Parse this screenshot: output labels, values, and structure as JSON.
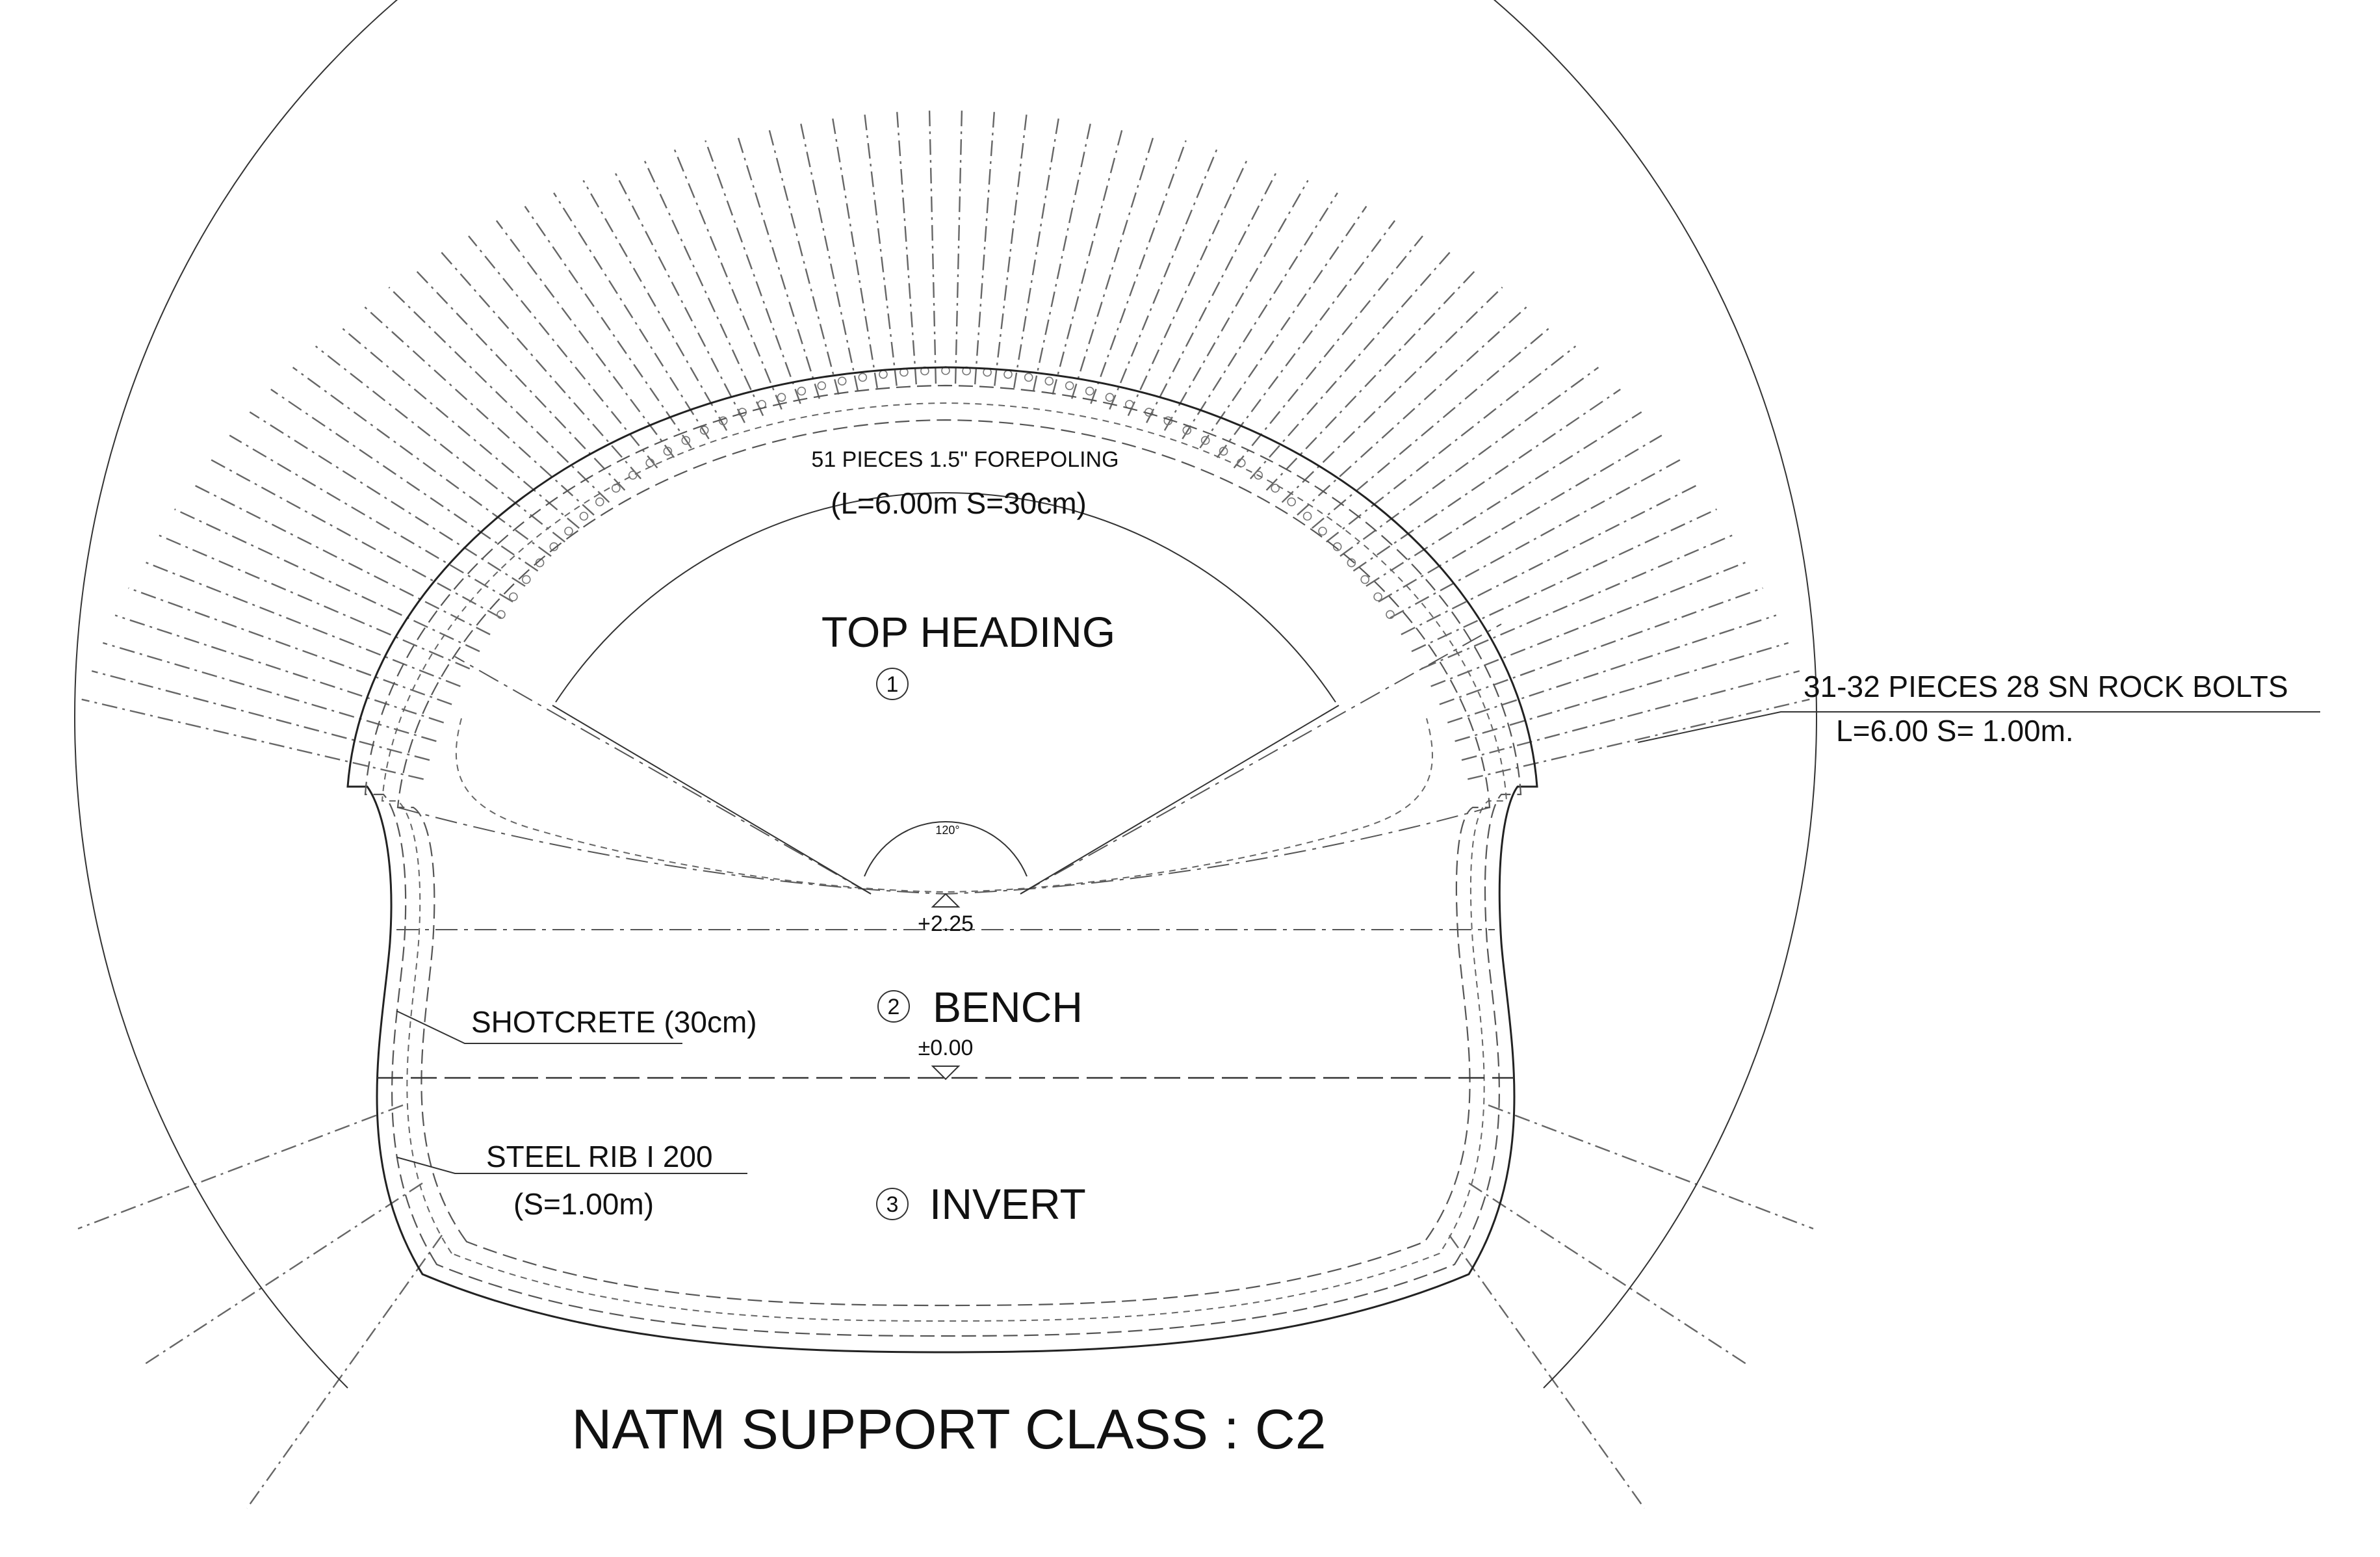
{
  "title": "NATM SUPPORT CLASS : C2",
  "labels": {
    "forepoling_line1": "51 PIECES 1.5\" FOREPOLING",
    "forepoling_line2": "(L=6.00m S=30cm)",
    "rockbolts_line1": "31-32 PIECES 28 SN ROCK BOLTS",
    "rockbolts_line2": "L=6.00  S= 1.00m.",
    "top_heading": "TOP HEADING",
    "bench": "BENCH",
    "invert": "INVERT",
    "shotcrete": "SHOTCRETE (30cm)",
    "steel_rib_line1": "STEEL RIB I 200",
    "steel_rib_line2": "(S=1.00m)",
    "elev_top": "+2.25",
    "elev_zero": "±0.00",
    "angle": "120°",
    "stage_1": "1",
    "stage_2": "2",
    "stage_3": "3"
  },
  "drawing": {
    "forepoling_count": 51,
    "rock_bolt_count": 32,
    "line_color": "#222222",
    "bolt_color": "#666666"
  }
}
